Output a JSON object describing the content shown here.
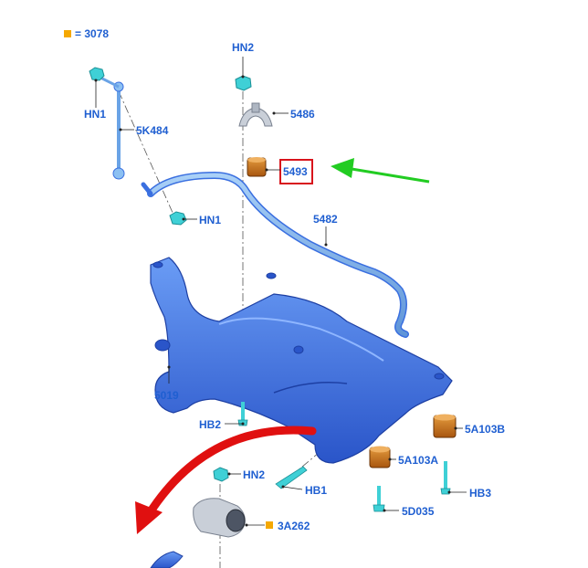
{
  "legend": {
    "marker_color": "#f5a800",
    "text": "= 3078"
  },
  "highlight": {
    "part": "5493",
    "box_color": "#d8141c"
  },
  "arrow_colors": {
    "pointer": "#22cc22",
    "rotate": "#e01010"
  },
  "colors": {
    "part_blue": "#3a6fe0",
    "part_light": "#7fb6f0",
    "fastener": "#3fd0d6",
    "bushing": "#c8741a"
  },
  "callouts": {
    "hn2_top": "HN2",
    "hn1_left": "HN1",
    "5k484": "5K484",
    "5486": "5486",
    "5493": "5493",
    "hn1_nut": "HN1",
    "5482": "5482",
    "5019": "5019",
    "hb2": "HB2",
    "5a103b": "5A103B",
    "5a103a": "5A103A",
    "hn2_bottom": "HN2",
    "hb1": "HB1",
    "hb3": "HB3",
    "5d035": "5D035",
    "3a262_text": "3A262"
  }
}
